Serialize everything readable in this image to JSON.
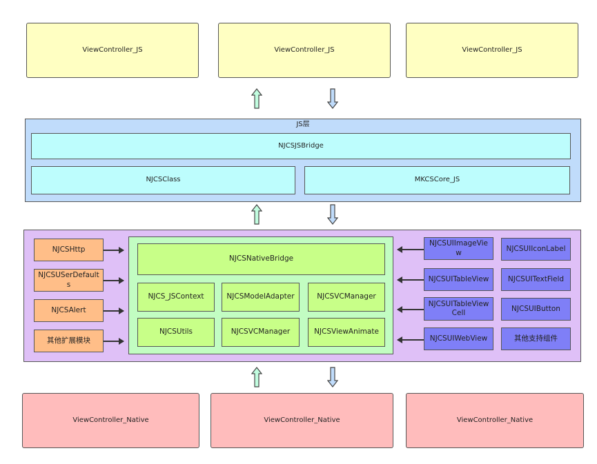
{
  "top_row": {
    "view_controllers_js": [
      "ViewController_JS",
      "ViewController_JS",
      "ViewController_JS"
    ]
  },
  "js_layer": {
    "title": "JS层",
    "bridge": "NJCSJSBridge",
    "items": [
      "NJCSClass",
      "MKCSCore_JS"
    ]
  },
  "native_layer": {
    "left_modules": [
      "NJCSHttp",
      "NJCSUSerDefaults",
      "NJCSAlert",
      "其他扩展模块"
    ],
    "core": {
      "bridge": "NJCSNativeBridge",
      "grid": [
        "NJCS_JSContext",
        "NJCSModelAdapter",
        "NJCSVCManager",
        "NJCSUtils",
        "NJCSVCManager",
        "NJCSViewAnimate"
      ]
    },
    "right_ui_components": [
      "NJCSUIImageView",
      "NJCSUITableView",
      "NJCSUITableViewCell",
      "NJCSUIWebView"
    ],
    "right_extra_components": [
      "NJCSUIIconLabel",
      "NJCSUITextField",
      "NJCSUIButton",
      "其他支持组件"
    ]
  },
  "bottom_row": {
    "view_controllers_native": [
      "ViewController_Native",
      "ViewController_Native",
      "ViewController_Native"
    ]
  },
  "colors": {
    "vc_js": "#ffffc2",
    "js_layer": "#c0dcfb",
    "js_item": "#bdfdfd",
    "native_layer": "#dfc0f7",
    "native_core": "#c2fdc2",
    "core_item": "#c8ff88",
    "left_module": "#ffbe88",
    "ui_component": "#7f7ff7",
    "vc_native": "#ffbcbc",
    "up_arrow": "#c2fde0",
    "down_arrow": "#c0dcfb"
  }
}
